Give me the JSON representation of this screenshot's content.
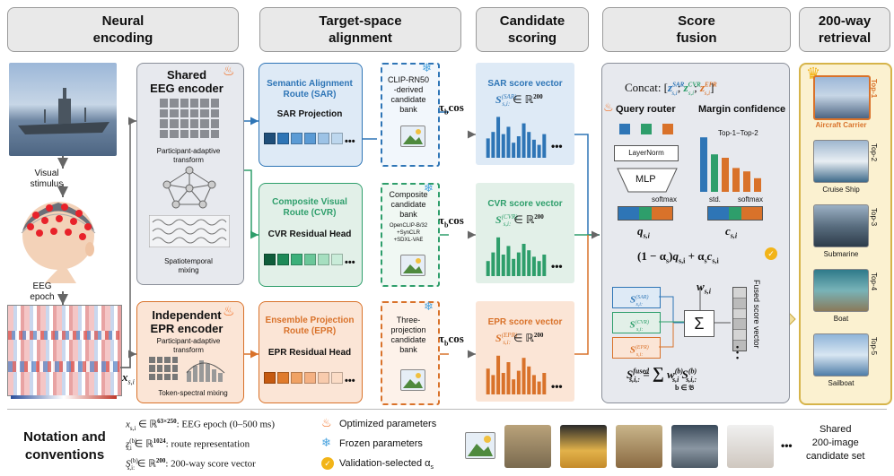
{
  "headers": {
    "neural": "Neural\nencoding",
    "alignment": "Target-space\nalignment",
    "scoring": "Candidate\nscoring",
    "fusion": "Score\nfusion",
    "retrieval": "200-way\nretrieval"
  },
  "neural": {
    "visual_stimulus": "Visual\nstimulus",
    "eeg_epoch": "EEG\nepoch",
    "x_symbol": "x",
    "x_sub": "s,i"
  },
  "shared_encoder": {
    "title": "Shared\nEEG encoder",
    "participant": "Participant-adaptive\ntransform",
    "spatiotemporal": "Spatiotemporal\nmixing"
  },
  "independent_encoder": {
    "title": "Independent\nEPR encoder",
    "participant": "Participant-adaptive\ntransform",
    "token": "Token-spectral mixing"
  },
  "routes": [
    {
      "title": "Semantic Alignment\nRoute (SAR)",
      "head": "SAR Projection",
      "color": "#2e75b6",
      "bg": "#deeaf6",
      "title_color": "#2e75b6",
      "swatches": [
        "#1f4e79",
        "#2e75b6",
        "#5b9bd5",
        "#5b9bd5",
        "#9dc3e6",
        "#bdd7ee"
      ]
    },
    {
      "title": "Composite Visual\nRoute (CVR)",
      "head": "CVR Residual Head",
      "color": "#2e9e6b",
      "bg": "#e2f0e8",
      "title_color": "#2e9e6b",
      "swatches": [
        "#0f5c3a",
        "#1e8a58",
        "#3bb07a",
        "#6cc79a",
        "#a6dfc0",
        "#c9ecd9"
      ]
    },
    {
      "title": "Ensemble Projection\nRoute (EPR)",
      "head": "EPR Residual Head",
      "color": "#d9722a",
      "bg": "#fbe5d6",
      "title_color": "#d9722a",
      "swatches": [
        "#c55a11",
        "#e07b2c",
        "#f0a264",
        "#f4b183",
        "#f8cbad",
        "#fbdcc6"
      ]
    }
  ],
  "banks": [
    {
      "text": "CLIP-RN50\n-derived\ncandidate\nbank",
      "bold_lines": 2,
      "color": "#2e75b6"
    },
    {
      "text": "Composite\ncandidate\nbank",
      "bold_lines": 1,
      "sub": "OpenCLIP-B/32\n+SynCLR\n+SDXL-VAE",
      "color": "#2e9e6b"
    },
    {
      "text": "Three-\nprojection\ncandidate\nbank",
      "bold_lines": 2,
      "color": "#d9722a"
    }
  ],
  "tau_cos": "τ",
  "tau_sub": "b",
  "cos": "cos",
  "scores": [
    {
      "title": "SAR score vector",
      "sym": "S",
      "sup": "(SAR)",
      "sub": "s,i:",
      "space": "∈ ℝ",
      "dim": "200",
      "color": "#2e75b6",
      "bg": "#deeaf6",
      "bars": [
        0.45,
        0.6,
        0.95,
        0.55,
        0.72,
        0.35,
        0.5,
        0.8,
        0.6,
        0.42,
        0.3,
        0.55
      ]
    },
    {
      "title": "CVR score vector",
      "sym": "S",
      "sup": "(CVR)",
      "sub": "s,i:",
      "space": "∈ ℝ",
      "dim": "200",
      "color": "#2e9e6b",
      "bg": "#e2f0e8",
      "bars": [
        0.35,
        0.55,
        0.9,
        0.5,
        0.7,
        0.4,
        0.55,
        0.75,
        0.6,
        0.45,
        0.35,
        0.5
      ]
    },
    {
      "title": "EPR score vector",
      "sym": "S",
      "sup": "(EPR)",
      "sub": "s,i:",
      "space": "∈ ℝ",
      "dim": "200",
      "color": "#d9722a",
      "bg": "#fbe5d6",
      "bars": [
        0.6,
        0.45,
        0.9,
        0.5,
        0.75,
        0.35,
        0.55,
        0.85,
        0.65,
        0.45,
        0.3,
        0.5
      ]
    }
  ],
  "dots": "•••",
  "fusion": {
    "concat_label": "Concat: [",
    "z_sar": "SAR",
    "z_cvr": "CVR",
    "z_epr": "EPR",
    "z_sub": "s,i",
    "query_router": "Query router",
    "margin_conf": "Margin confidence",
    "layernorm": "LayerNorm",
    "mlp": "MLP",
    "softmax1": "softmax",
    "softmax2": "softmax",
    "std": "std.",
    "top12": "Top-1−Top-2",
    "q": "q",
    "c": "c",
    "qc_sub": "s,i",
    "formula": "(1 − α",
    "w_label": "w",
    "fused_label": "Fused score vector",
    "s_sar": "(SAR)",
    "s_cvr": "(CVR)",
    "s_epr": "(EPR)",
    "s_sub": "s,i:",
    "sigma": "Σ",
    "fused_formula_lhs": "fused",
    "fused_formula_sub": "s,i,:",
    "sum": "∑",
    "sum_sub": "b ∈ 𝔅",
    "margin_bars": [
      0.8,
      0.55,
      0.5,
      0.35,
      0.3,
      0.2
    ],
    "margin_colors": [
      "#2e75b6",
      "#2e9e6b",
      "#d9722a",
      "#d9722a",
      "#d9722a",
      "#d9722a"
    ]
  },
  "retrieval": {
    "items": [
      {
        "rank": "Top-1",
        "name": "Aircraft Carrier",
        "highlight": true
      },
      {
        "rank": "Top-2",
        "name": "Cruise Ship",
        "highlight": false
      },
      {
        "rank": "Top-3",
        "name": "Submarine",
        "highlight": false
      },
      {
        "rank": "Top-4",
        "name": "Boat",
        "highlight": false
      },
      {
        "rank": "Top-5",
        "name": "Sailboat",
        "highlight": false
      }
    ]
  },
  "notation": {
    "title": "Notation and\nconventions",
    "x_desc": ": EEG epoch (0–500 ms)",
    "x_space": "∈ ℝ",
    "x_dim": "63×250",
    "z_desc": ": route representation",
    "z_dim": "1024",
    "s_desc": ": 200-way score vector",
    "s_dim": "200",
    "optimized": "Optimized parameters",
    "frozen": "Frozen parameters",
    "validation": "Validation-selected α",
    "validation_sub": "s",
    "shared_set": "Shared\n200-image\ncandidate set"
  },
  "colors": {
    "sar": "#2e75b6",
    "cvr": "#2e9e6b",
    "epr": "#d9722a",
    "gold": "#d6b44a",
    "fire": "#f26b1d",
    "snow": "#4aa3df"
  }
}
